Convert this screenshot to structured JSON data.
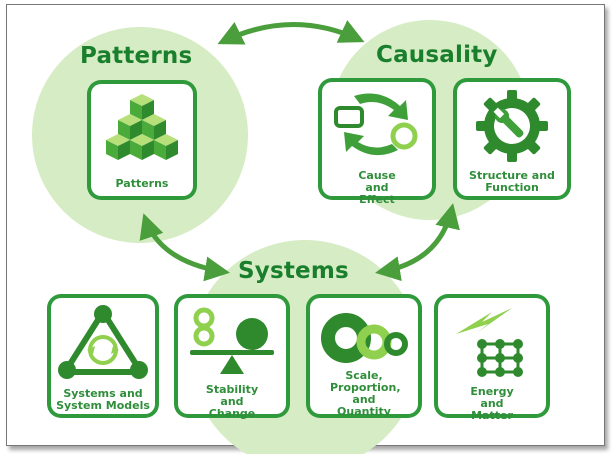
{
  "headings": {
    "patterns": "Patterns",
    "causality": "Causality",
    "systems": "Systems"
  },
  "cards": {
    "patterns": "Patterns",
    "cause_effect": "Cause and Effect",
    "structure_function": "Structure and Function",
    "systems_models": "Systems and System Models",
    "stability_change": "Stability and Change",
    "scale": "Scale, Proportion, and Quantity",
    "energy_matter": "Energy and Matter"
  },
  "colors": {
    "circle_fill": "#d6ecc4",
    "card_border": "#2f9a3c",
    "heading": "#1a7f2d",
    "arrow": "#4a9e3c",
    "light_green": "#8fd04e"
  },
  "icons": [
    "cubes-icon",
    "cycle-icon",
    "gear-wrench-icon",
    "triangle-cycle-icon",
    "balance-icon",
    "rings-icon",
    "lattice-icon"
  ]
}
